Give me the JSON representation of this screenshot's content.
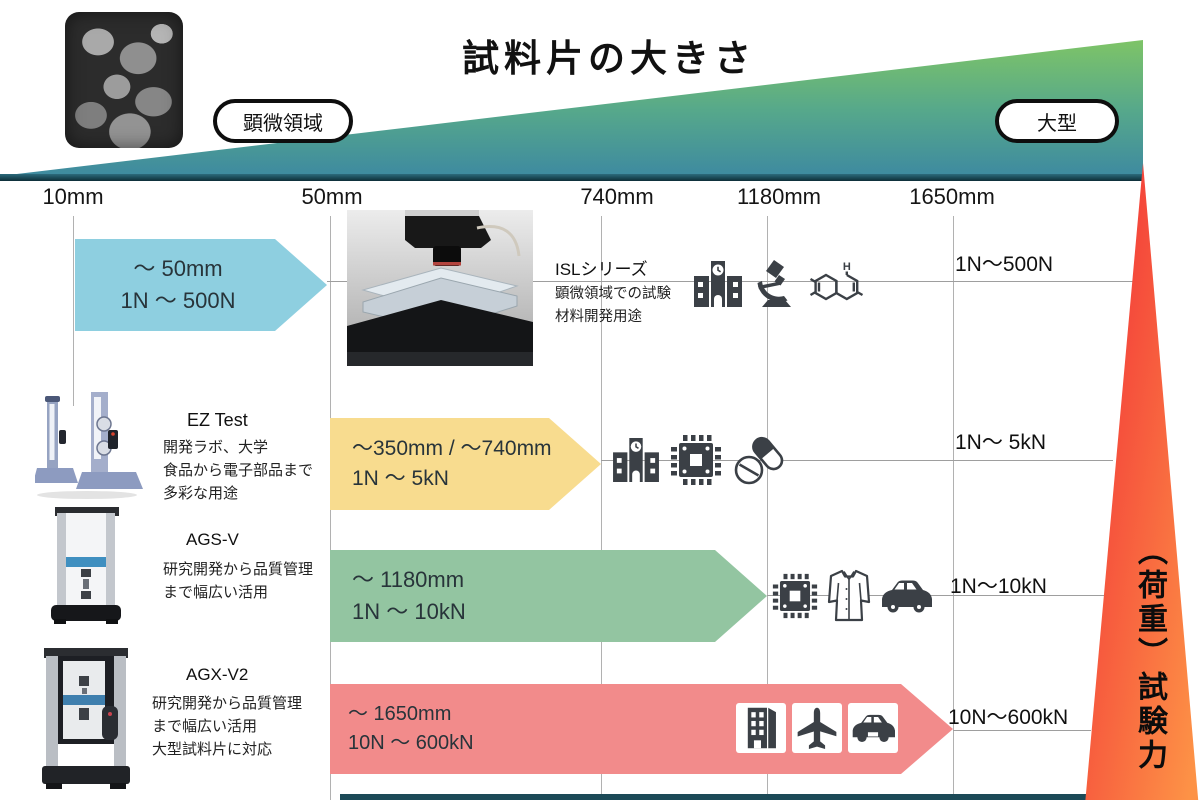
{
  "title": "試料片の大きさ",
  "badges": {
    "micro": "顕微領域",
    "large": "大型"
  },
  "axis": {
    "labels": [
      "10mm",
      "50mm",
      "740mm",
      "1180mm",
      "1650mm"
    ]
  },
  "force_axis": {
    "label": "（荷重）試験力"
  },
  "colors": {
    "arrow_blue": "#8ecfe0",
    "arrow_yellow": "#f8dc8f",
    "arrow_green": "#93c5a1",
    "arrow_salmon": "#f28b8b",
    "wedge_teal": "#3e8aa0",
    "wedge_green": "#7ec467",
    "force_wedge_red": "#f4433a",
    "force_wedge_orange": "#fd9246",
    "icon_dark": "#3b4046"
  },
  "rows": [
    {
      "machine": "ISLシリーズ",
      "desc": [
        "顕微領域での試験",
        "材料開発用途"
      ],
      "arrow": {
        "line1": "～ 50mm",
        "line2": "1N ～ 500N",
        "color": "#8ecfe0"
      },
      "force": "1N～500N",
      "icons": [
        "school-icon",
        "microscope-icon",
        "molecule-icon"
      ]
    },
    {
      "machine": "EZ Test",
      "desc": [
        "開発ラボ、大学",
        "食品から電子部品まで",
        "多彩な用途"
      ],
      "arrow": {
        "line1": "～350mm / ～740mm",
        "line2": "1N ～ 5kN",
        "color": "#f8dc8f"
      },
      "force": "1N～ 5kN",
      "icons": [
        "school-icon",
        "chip-icon",
        "pills-icon"
      ]
    },
    {
      "machine": "AGS-V",
      "desc": [
        "研究開発から品質管理",
        "まで幅広い活用"
      ],
      "arrow": {
        "line1": "～ 1180mm",
        "line2": "1N ～ 10kN",
        "color": "#93c5a1"
      },
      "force": "1N～10kN",
      "icons": [
        "chip-icon",
        "shirt-icon",
        "car-icon"
      ]
    },
    {
      "machine": "AGX-V2",
      "desc": [
        "研究開発から品質管理",
        "まで幅広い活用",
        "大型試料片に対応"
      ],
      "arrow": {
        "line1": "～ 1650mm",
        "line2": "10N ～ 600kN",
        "color": "#f28b8b"
      },
      "force": "10N～600kN",
      "icons": [
        "building-icon",
        "airplane-icon",
        "car-icon"
      ]
    }
  ]
}
